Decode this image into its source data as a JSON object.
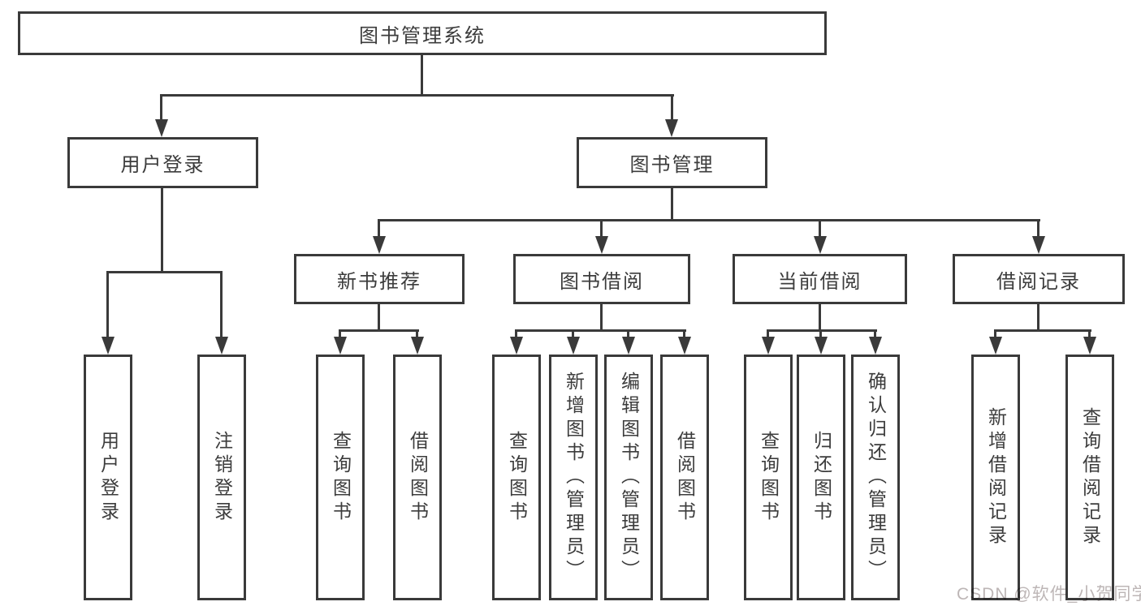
{
  "colors": {
    "line": "#3a3a3a",
    "text": "#3c3c3c",
    "background": "#ffffff",
    "watermark": "#bdb6b6"
  },
  "watermark": "CSDN @软件_小贺同学",
  "tree": {
    "root": {
      "label": "图书管理系统"
    },
    "branches": [
      {
        "label": "用户登录",
        "children": [
          {
            "label": "用户登录"
          },
          {
            "label": "注销登录"
          }
        ]
      },
      {
        "label": "图书管理",
        "children": [
          {
            "label": "新书推荐",
            "children": [
              {
                "label": "查询图书"
              },
              {
                "label": "借阅图书"
              }
            ]
          },
          {
            "label": "图书借阅",
            "children": [
              {
                "label": "查询图书"
              },
              {
                "label": "新增图书（管理员）"
              },
              {
                "label": "编辑图书（管理员）"
              },
              {
                "label": "借阅图书"
              }
            ]
          },
          {
            "label": "当前借阅",
            "children": [
              {
                "label": "查询图书"
              },
              {
                "label": "归还图书"
              },
              {
                "label": "确认归还（管理员）"
              }
            ]
          },
          {
            "label": "借阅记录",
            "children": [
              {
                "label": "新增借阅记录"
              },
              {
                "label": "查询借阅记录"
              }
            ]
          }
        ]
      }
    ]
  }
}
